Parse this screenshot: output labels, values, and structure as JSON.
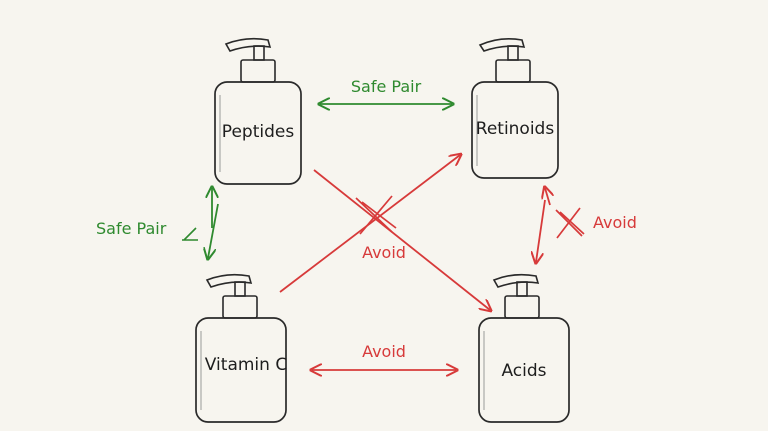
{
  "colors": {
    "safe": "#2f8a2f",
    "avoid": "#d73a3a",
    "ink": "#2a2a2a",
    "paper": "#f7f5ef"
  },
  "products": [
    {
      "id": "peptides",
      "label": "Peptides"
    },
    {
      "id": "retinoids",
      "label": "Retinoids"
    },
    {
      "id": "vitamin_c",
      "label": "Vitamin C"
    },
    {
      "id": "acids",
      "label": "Acids"
    }
  ],
  "links": [
    {
      "id": "peptides-retinoids",
      "label": "Safe Pair",
      "status": "safe"
    },
    {
      "id": "peptides-vitamin_c",
      "label": "Safe Pair",
      "status": "safe"
    },
    {
      "id": "retinoids-acids",
      "label": "Avoid",
      "status": "avoid"
    },
    {
      "id": "vitamin_c-acids",
      "label": "Avoid",
      "status": "avoid"
    },
    {
      "id": "cross-diagonals",
      "label": "Avoid",
      "status": "avoid"
    }
  ]
}
